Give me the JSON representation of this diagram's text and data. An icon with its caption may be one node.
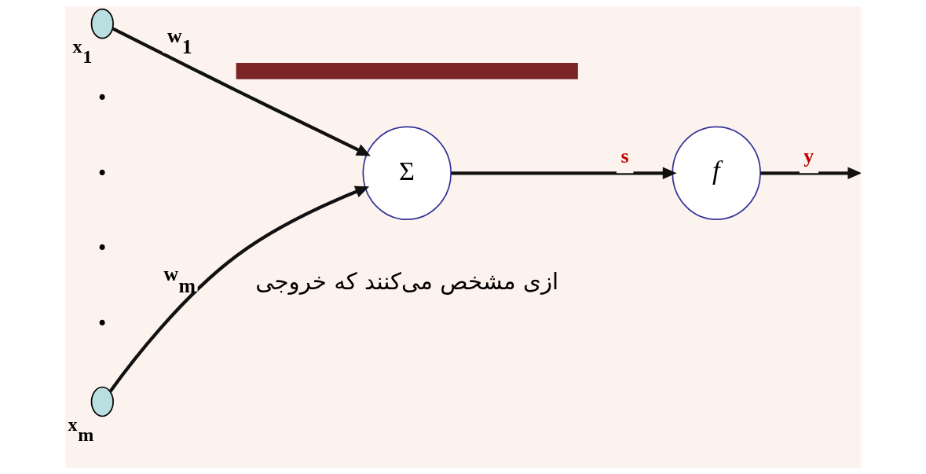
{
  "diagram": {
    "nodes": [
      {
        "text": [],
        "shape": "circle",
        "beside": [
          "x$_{1}$"
        ]
      },
      {
        "text": [],
        "shape": "circle",
        "beside": [
          "x$_{m}$"
        ]
      },
      {
        "text": [
          "Σ"
        ]
      },
      {
        "text": [
          "f"
        ]
      },
      {
        "text": [],
        "shape": "bar"
      }
    ],
    "edges": [
      {
        "from": 0,
        "to": 2,
        "arrow": "to",
        "label": "w$_{1}$"
      },
      {
        "from": 1,
        "to": 2,
        "arrow": "to",
        "label": "w$_{m}$"
      },
      {
        "from": 2,
        "to": 3,
        "arrow": "to",
        "label": "s"
      },
      {
        "from": 3,
        "to": null,
        "arrow": "to",
        "label": "y"
      }
    ],
    "labels": [
      "•",
      "•",
      "•",
      "•",
      "ازی مشخص می‌کنند که خروجی"
    ]
  }
}
